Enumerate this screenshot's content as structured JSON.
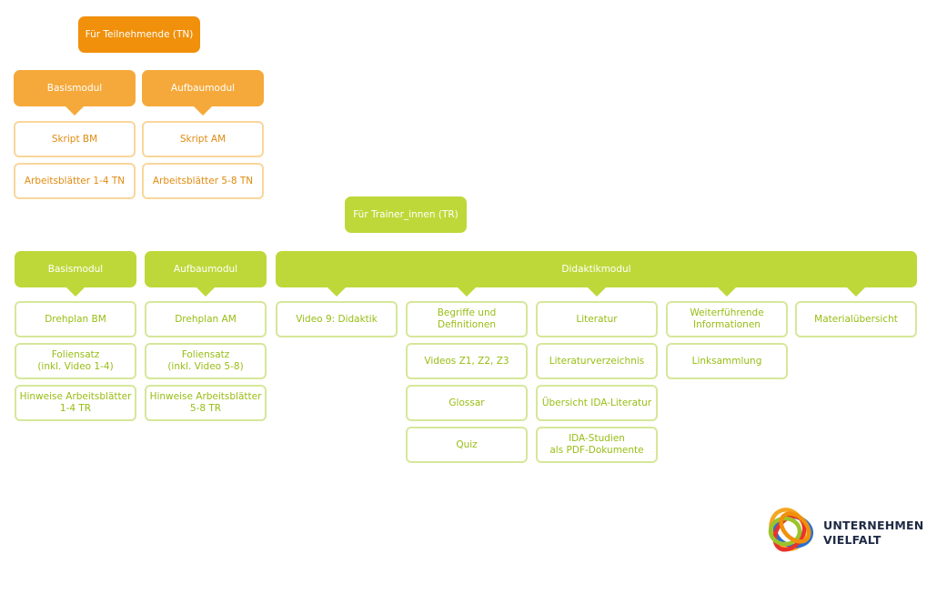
{
  "colors": {
    "tn_top": "#f0900b",
    "tn_module": "#f5a93a",
    "tn_border": "#f9d69c",
    "tn_text": "#e08b10",
    "tr_module": "#bed839",
    "tr_border": "#d6e79a",
    "tr_text": "#98bd14"
  },
  "tn": {
    "title": "Für Teilnehmende (TN)",
    "basis": {
      "label": "Basismodul",
      "items": [
        "Skript BM",
        "Arbeitsblätter 1-4 TN"
      ]
    },
    "aufbau": {
      "label": "Aufbaumodul",
      "items": [
        "Skript AM",
        "Arbeitsblätter 5-8 TN"
      ]
    }
  },
  "tr": {
    "title": "Für Trainer_innen (TR)",
    "basis": {
      "label": "Basismodul",
      "items": [
        "Drehplan BM",
        "Foliensatz\n(inkl. Video 1-4)",
        "Hinweise Arbeitsblätter\n1-4 TR"
      ]
    },
    "aufbau": {
      "label": "Aufbaumodul",
      "items": [
        "Drehplan AM",
        "Foliensatz\n(inkl. Video 5-8)",
        "Hinweise Arbeitsblätter\n5-8 TR"
      ]
    },
    "didaktik": {
      "label": "Didaktikmodul",
      "col1": [
        "Video 9: Didaktik"
      ],
      "col2": [
        "Begriffe und Definitionen",
        "Videos Z1, Z2, Z3",
        "Glossar",
        "Quiz"
      ],
      "col3": [
        "Literatur",
        "Literaturverzeichnis",
        "Übersicht IDA-Literatur",
        "IDA-Studien\nals PDF-Dokumente"
      ],
      "col4": [
        "Weiterführende\nInformationen",
        "Linksammlung"
      ],
      "col5": [
        "Materialübersicht"
      ]
    }
  },
  "logo": {
    "line1": "UNTERNEHMEN",
    "line2": "VIELFALT"
  }
}
